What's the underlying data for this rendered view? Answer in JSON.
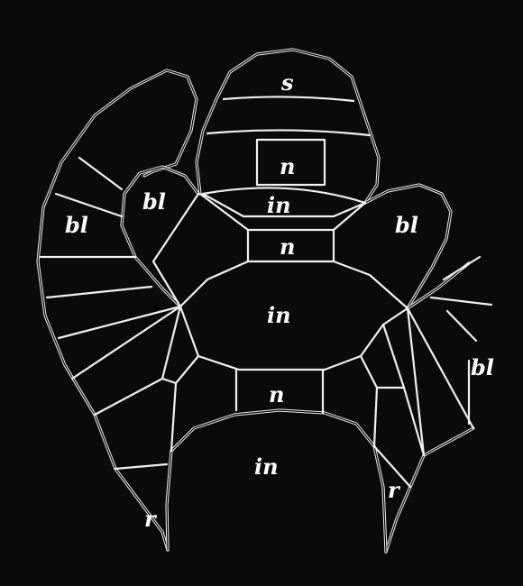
{
  "colors": {
    "background": "#0a0a0a",
    "lines": "#f4f4f4"
  },
  "labels": {
    "s": "s",
    "n_top": "n",
    "in_top": "in",
    "n_mid": "n",
    "in_mid": "in",
    "n_low": "n",
    "in_bottom": "in",
    "bl_left": "bl",
    "bl_inner": "bl",
    "bl_right": "bl",
    "bl_far_right": "bl",
    "r_left": "r",
    "r_right": "r"
  }
}
